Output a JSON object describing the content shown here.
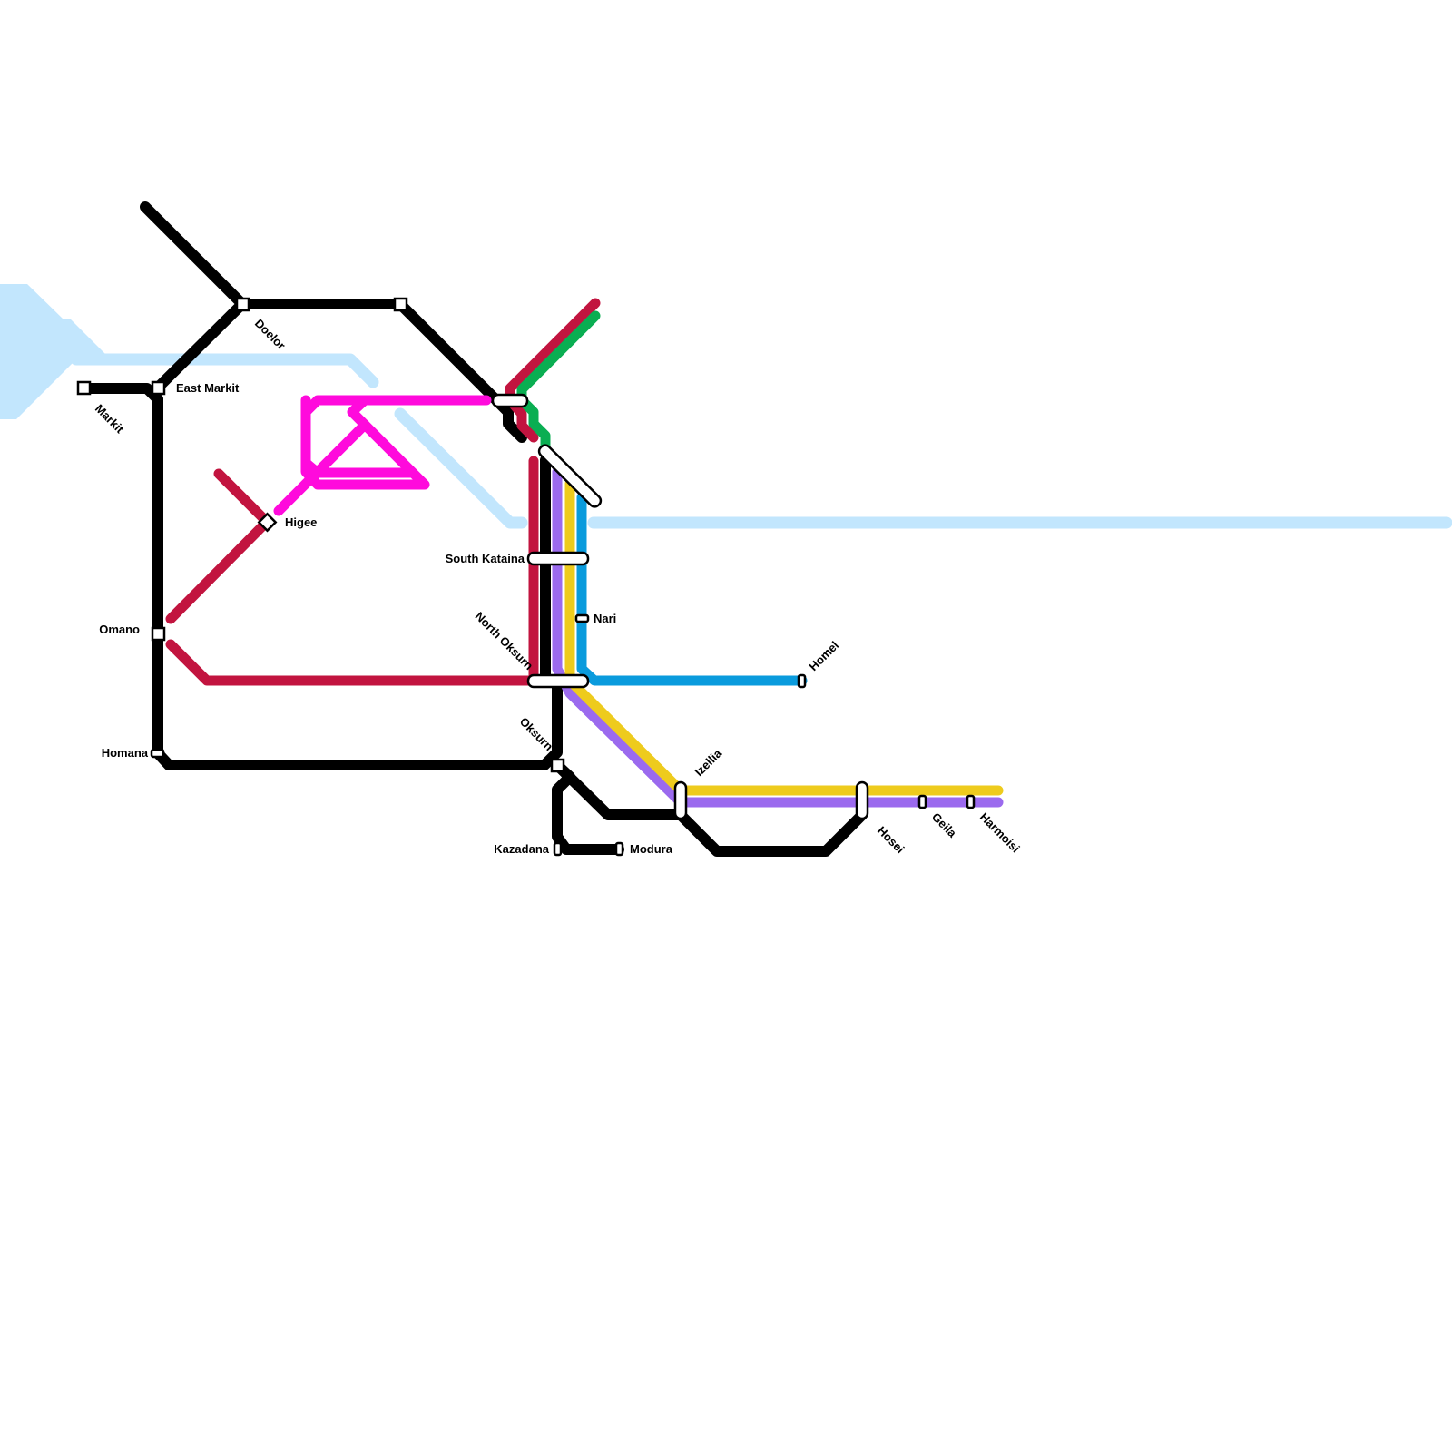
{
  "colors": {
    "background": "#ffffff",
    "water": "#c2e6fd",
    "black_line": "#000000",
    "red_line": "#c2143f",
    "green_line": "#0aae52",
    "magenta_line": "#ff0adc",
    "purple_line": "#9b6aee",
    "yellow_line": "#eecb1d",
    "blue_line": "#0a9bdd",
    "station_fill": "#ffffff",
    "station_stroke": "#000000"
  },
  "stations": {
    "markit": "Markit",
    "east_markit": "East Markit",
    "doelor": "Doelor",
    "higee": "Higee",
    "omano": "Omano",
    "homana": "Homana",
    "south_kataina": "South Kataina",
    "nari": "Nari",
    "north_oksurn": "North Oksurn",
    "homel": "Homel",
    "oksurn": "Oksurn",
    "izellia": "Izellia",
    "kazadana": "Kazadana",
    "modura": "Modura",
    "hosei": "Hosei",
    "geila": "Geila",
    "harmoisi": "Harmoisi"
  }
}
